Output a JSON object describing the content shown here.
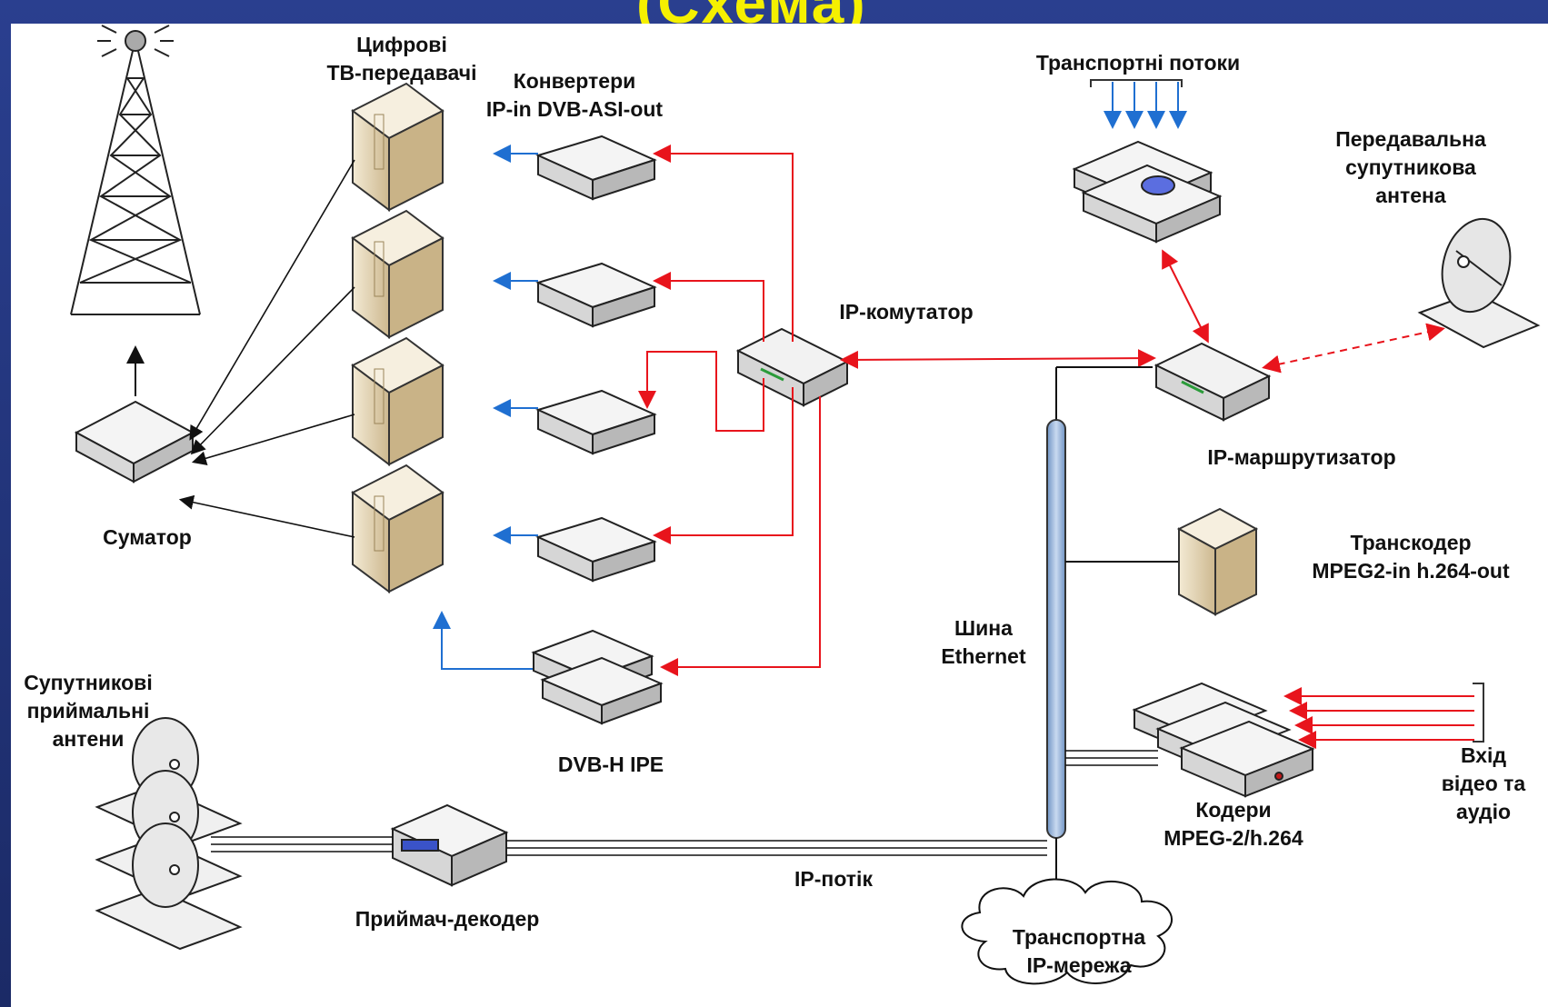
{
  "title_fragment": "(Схема)",
  "labels": {
    "tv_transmitters": "Цифрові\nТВ-передавачі",
    "converters": "Конвертери\nIP-in DVB-ASI-out",
    "transport_streams": "Транспортні потоки",
    "uplink_antenna": "Передавальна\nсупутникова\nантена",
    "ip_switch": "IP-комутатор",
    "ip_router": "IP-маршрутизатор",
    "combiner": "Суматор",
    "transcoder": "Транскодер\nMPEG2-in h.264-out",
    "ethernet_bus": "Шина\nEthernet",
    "sat_rx_antennas": "Супутникові\nприймальні\nантени",
    "dvbh_ipe": "DVB-H IPE",
    "encoders": "Кодери\nMPEG-2/h.264",
    "av_input": "Вхід\nвідео та\nаудіо",
    "ip_stream": "IP-потік",
    "receiver_decoder": "Приймач-декодер",
    "transport_network": "Транспортна\nIP-мережа"
  },
  "colors": {
    "red_link": "#e8141c",
    "blue_link": "#1f6fd1",
    "black_link": "#111111",
    "bus_fill": "#9db9dc",
    "server_beige": "#e9dcc0"
  }
}
